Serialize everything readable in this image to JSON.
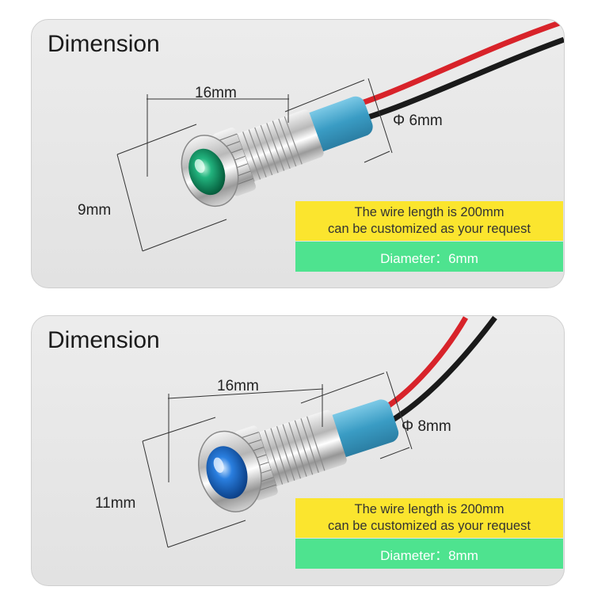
{
  "panels": [
    {
      "title": "Dimension",
      "length_label": "16mm",
      "height_label": "9mm",
      "wire_label": "Φ 6mm",
      "wire_note_line1": "The wire length is 200mm",
      "wire_note_line2": "can be customized as your request",
      "diameter_label": "Diameter：6mm",
      "lens_color": "green",
      "lens_hex": "#0f9b6a"
    },
    {
      "title": "Dimension",
      "length_label": "16mm",
      "height_label": "11mm",
      "wire_label": "Φ 8mm",
      "wire_note_line1": "The wire length is 200mm",
      "wire_note_line2": "can be customized as your request",
      "diameter_label": "Diameter：8mm",
      "lens_color": "blue",
      "lens_hex": "#1f6fd0"
    }
  ],
  "colors": {
    "note_yellow": "#fbe52e",
    "note_green": "#4ee38f",
    "wire_red": "#d8232a",
    "wire_black": "#1a1a1a",
    "sleeve_blue": "#3b9fc4"
  }
}
